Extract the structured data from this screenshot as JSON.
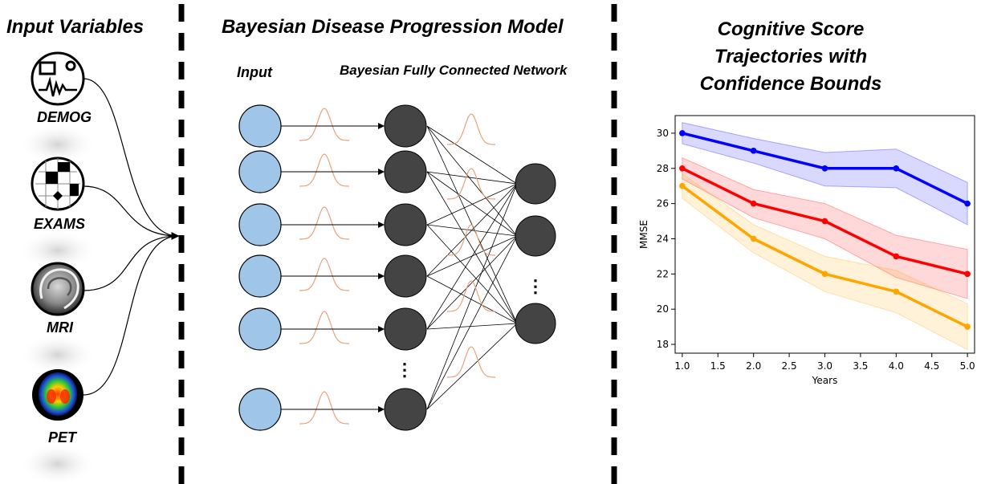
{
  "headings": {
    "input_variables": "Input Variables",
    "model": "Bayesian Disease Progression Model",
    "trajectories": "Cognitive Score Trajectories with Confidence Bounds",
    "input_layer": "Input",
    "network": "Bayesian Fully Connected Network"
  },
  "variables": [
    {
      "label": "DEMOG",
      "icon": "demographics-icon"
    },
    {
      "label": "EXAMS",
      "icon": "exam-grid-icon"
    },
    {
      "label": "MRI",
      "icon": "brain-mri-icon"
    },
    {
      "label": "PET",
      "icon": "brain-pet-icon"
    }
  ],
  "ellipsis": "⋮",
  "colors": {
    "input_node": "#9fc5e8",
    "hidden_node": "#444444",
    "distribution": "#e8a27a"
  },
  "chart_data": {
    "type": "line",
    "x": [
      1.0,
      2.0,
      3.0,
      4.0,
      5.0
    ],
    "xlabel": "Years",
    "ylabel": "MMSE",
    "xlim": [
      0.9,
      5.1
    ],
    "ylim": [
      17.5,
      31
    ],
    "xticks": [
      "1.0",
      "1.5",
      "2.0",
      "2.5",
      "3.0",
      "3.5",
      "4.0",
      "4.5",
      "5.0"
    ],
    "yticks": [
      "18",
      "20",
      "22",
      "24",
      "26",
      "28",
      "30"
    ],
    "grid": false,
    "series": [
      {
        "color": "#0000ff",
        "values": [
          30,
          29,
          28,
          28,
          26
        ],
        "lower": [
          29.4,
          28.3,
          27.0,
          26.9,
          24.8
        ],
        "upper": [
          30.6,
          29.7,
          28.9,
          29.1,
          27.2
        ]
      },
      {
        "color": "#ff0000",
        "values": [
          28,
          26,
          25,
          23,
          22
        ],
        "lower": [
          27.4,
          25.2,
          24.0,
          21.8,
          20.6
        ],
        "upper": [
          28.6,
          26.8,
          26.0,
          24.2,
          23.4
        ]
      },
      {
        "color": "#ffa500",
        "values": [
          27,
          24,
          22,
          21,
          19
        ],
        "lower": [
          26.3,
          23.2,
          21.0,
          19.8,
          17.7
        ],
        "upper": [
          27.7,
          24.8,
          23.0,
          22.2,
          20.3
        ]
      }
    ]
  }
}
